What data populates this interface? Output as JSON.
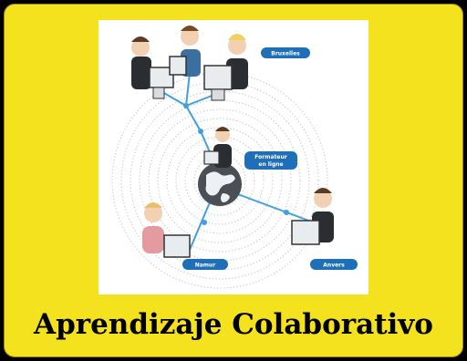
{
  "colors": {
    "page_background": "#f4e21f",
    "outer_frame": "#000000",
    "network_lines": "#3f9fe0",
    "location_tags": "#1f6fb8",
    "caption_text": "#000000"
  },
  "illustration": {
    "labels": {
      "bruxelles": "Bruxelles",
      "formateur_line1": "Formateur",
      "formateur_line2": "en ligne",
      "namur": "Namur",
      "anvers": "Anvers"
    }
  },
  "caption": "Aprendizaje Colaborativo"
}
